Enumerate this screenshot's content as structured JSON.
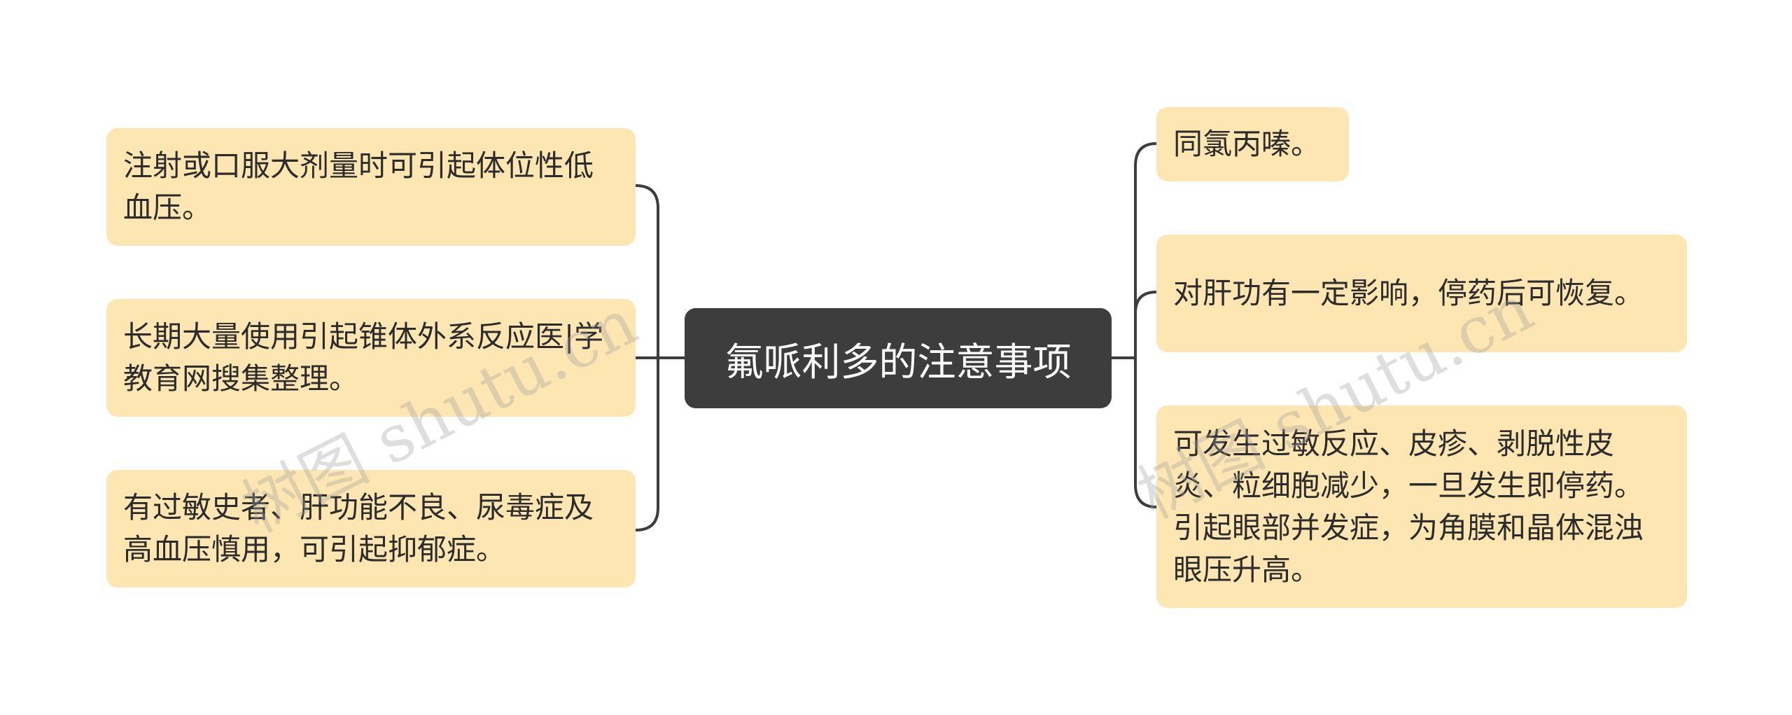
{
  "center": {
    "label": "氟哌利多的注意事项"
  },
  "left_branches": [
    {
      "text": "注射或口服大剂量时可引起体位性低血压。"
    },
    {
      "text": "长期大量使用引起锥体外系反应医|学教育网搜集整理。"
    },
    {
      "text": "有过敏史者、肝功能不良、尿毒症及高血压慎用，可引起抑郁症。"
    }
  ],
  "right_branches": [
    {
      "text": "同氯丙嗪。"
    },
    {
      "text": "对肝功有一定影响，停药后可恢复。"
    },
    {
      "text": "可发生过敏反应、皮疹、剥脱性皮炎、粒细胞减少，一旦发生即停药。引起眼部并发症，为角膜和晶体混浊眼压升高。"
    }
  ],
  "watermarks": [
    {
      "text": "树图 shutu.cn"
    },
    {
      "text": "树图 shutu.cn"
    }
  ],
  "colors": {
    "center_bg": "#3d3d3d",
    "leaf_bg": "#fde6b1",
    "connector": "#3d3d3d"
  }
}
